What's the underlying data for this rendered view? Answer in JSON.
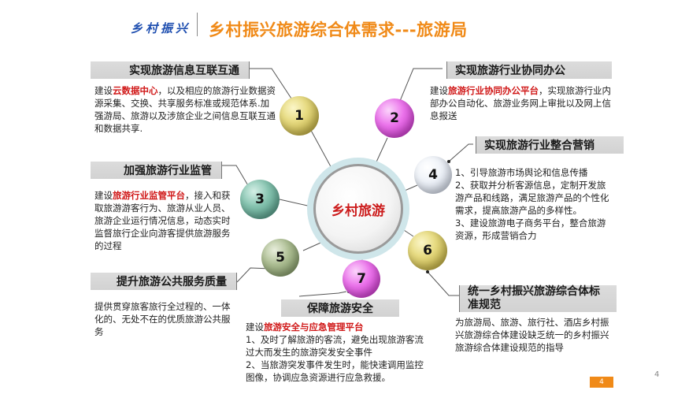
{
  "header": {
    "logo_text": "乡村振兴",
    "title": "乡村振兴旅游综合体需求---旅游局"
  },
  "center": {
    "label": "乡村旅游"
  },
  "balls": [
    {
      "number": "1",
      "color": "yellow"
    },
    {
      "number": "2",
      "color": "pink"
    },
    {
      "number": "3",
      "color": "teal"
    },
    {
      "number": "4",
      "color": "white"
    },
    {
      "number": "5",
      "color": "olive"
    },
    {
      "number": "6",
      "color": "yellow"
    },
    {
      "number": "7",
      "color": "pink"
    }
  ],
  "sections": {
    "s1": {
      "title": "实现旅游信息互联互通",
      "pre": "建设",
      "highlight": "云数据中心",
      "post": "，以及相应的旅游行业数据资源采集、交换、共享服务标准或规范体系.加强游局、旅游以及涉旅企业之间信息互联互通和数据共享."
    },
    "s2": {
      "title": "实现旅游行业协同办公",
      "pre": "建设",
      "highlight": "旅游行业协同办公平台",
      "post": "，实现旅游行业内部办公自动化、旅游业务网上审批以及网上信息报送"
    },
    "s3": {
      "title": "加强旅游行业监管",
      "pre": "建设",
      "highlight": "旅游行业监管平台",
      "post": "，接入和获取旅游游客行为、旅游从业人员、旅游企业运行情况信息，动态实时监督旅行企业向游客提供旅游服务的过程"
    },
    "s4": {
      "title": "实现旅游行业整合营销",
      "lines": [
        "1、引导旅游市场舆论和信息传播",
        "2、获取并分析客源信息，定制开发旅游产品和线路，满足旅游产品的个性化需求，提高旅游产品的多样性。",
        "3、建设旅游电子商务平台，整合旅游资源，形成营销合力"
      ]
    },
    "s5": {
      "title": "提升旅游公共服务质量",
      "text": "提供贯穿旅客旅行全过程的、一体化的、无处不在的优质旅游公共服务"
    },
    "s6": {
      "title": "统一乡村振兴旅游综合体标准规范",
      "text": "为旅游局、旅游、旅行社、酒店乡村振兴旅游综合体建设缺乏统一的乡村振兴旅游综合体建设规范的指导"
    },
    "s7": {
      "title": "保障旅游安全",
      "pre": "建设",
      "highlight": "旅游安全与应急管理平台",
      "lines": [
        "1、及时了解旅游的客流，避免出现旅游客流过大而发生的旅游突发安全事件",
        "2、当旅游突发事件发生时，能快速调用监控图像，协调应急资源进行应急救援。"
      ]
    }
  },
  "footer": {
    "page_badge": "4",
    "page_number": "4"
  },
  "colors": {
    "title_orange": "#f08a18",
    "logo_blue": "#1f4fb0",
    "highlight_red": "#d01818",
    "title_box_gray": "#d6d6d6"
  }
}
